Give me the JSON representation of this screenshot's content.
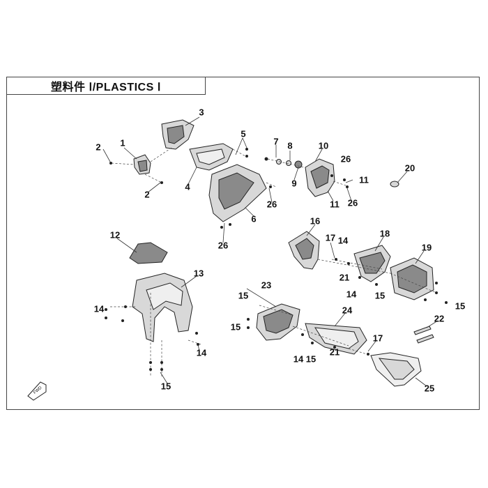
{
  "title": "塑料件 Ⅰ/PLASTICS Ⅰ",
  "fwd_label": "FWD",
  "callouts": [
    "1",
    "2",
    "2",
    "3",
    "4",
    "5",
    "6",
    "7",
    "8",
    "9",
    "10",
    "11",
    "11",
    "12",
    "13",
    "14",
    "14",
    "14",
    "14",
    "14",
    "15",
    "15",
    "15",
    "15",
    "15",
    "16",
    "17",
    "17",
    "18",
    "19",
    "20",
    "21",
    "21",
    "22",
    "23",
    "24",
    "25",
    "26",
    "26",
    "26"
  ],
  "icons": {
    "fwd": "forward-arrow-icon"
  }
}
